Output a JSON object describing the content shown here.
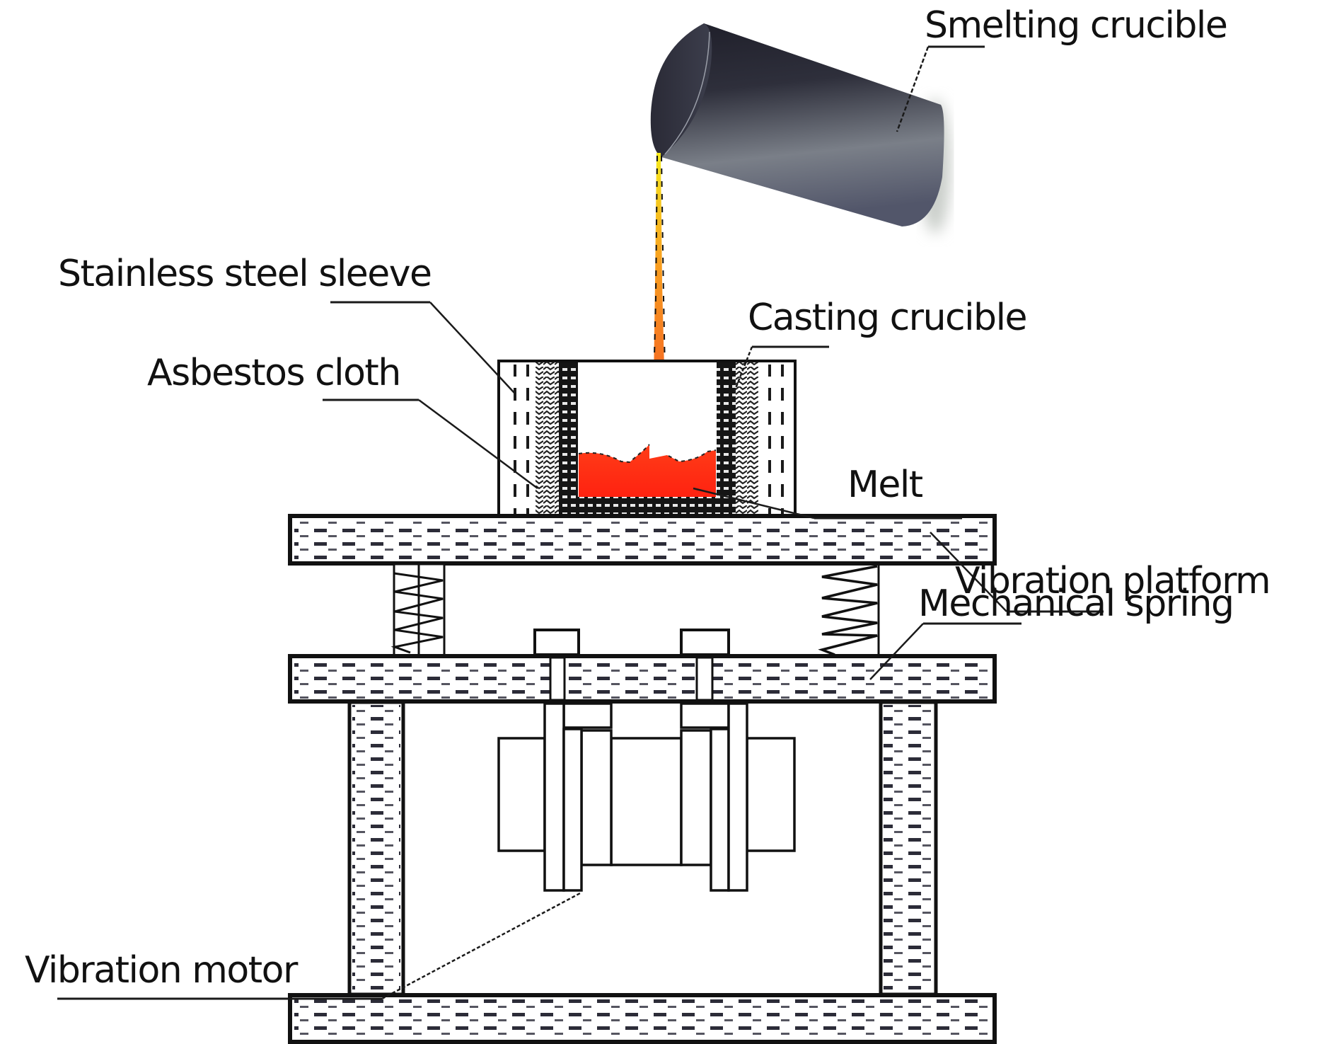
{
  "figure": {
    "description": "Schematic of vibration casting apparatus",
    "labels": {
      "smelting_crucible": "Smelting crucible",
      "stainless_steel_sleeve": "Stainless steel sleeve",
      "asbestos_cloth": "Asbestos cloth",
      "casting_crucible": "Casting crucible",
      "melt": "Melt",
      "vibration_platform": "Vibration platform",
      "mechanical_spring": "Mechanical spring",
      "vibration_motor": "Vibration motor"
    },
    "colors": {
      "melt": "#ff2a10",
      "stream_top": "#f2e21a",
      "stream_mid": "#f57a20",
      "crucible_dark": "#22222e",
      "crucible_light": "#7b8088",
      "outline": "#111111"
    }
  }
}
